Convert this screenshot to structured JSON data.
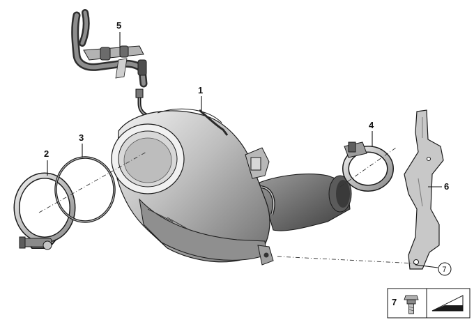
{
  "callouts": {
    "catalytic_converter": "1",
    "clamp": "2",
    "gasket_ring": "3",
    "pipe_clamp": "4",
    "vacuum_hose": "5",
    "bracket": "6",
    "bolt_ref": "7"
  },
  "legend": {
    "bolt_number": "7"
  },
  "colors": {
    "metal_light": "#d9d9d9",
    "metal_mid": "#a8a8a8",
    "metal_dark": "#5a5a5a",
    "outline": "#1a1a1a"
  }
}
